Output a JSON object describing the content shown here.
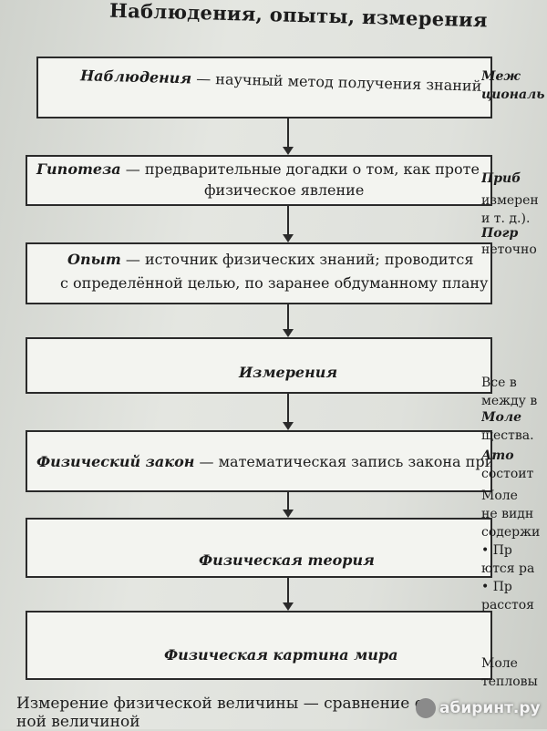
{
  "page_title": "Наблюдения, опыты, измерения",
  "boxes": [
    {
      "term": "Наблюдения",
      "text": " — научный метод получения знаний"
    },
    {
      "term": "Гипотеза",
      "text": " — предварительные догадки о том, как проте",
      "line2": "физическое явление"
    },
    {
      "term": "Опыт",
      "text": " — источник физических знаний; проводится",
      "line2": "с определённой целью, по заранее обдуманному плану"
    },
    {
      "term": "Измерения"
    },
    {
      "term": "Физический закон",
      "text": " — математическая запись закона приро"
    },
    {
      "term": "Физическая теория"
    },
    {
      "term": "Физическая картина мира"
    }
  ],
  "side": [
    {
      "text": "Меж",
      "bold": true
    },
    {
      "text": "циональ",
      "bold": true
    },
    {
      "text": "Приб",
      "bold": true
    },
    {
      "text": "измерен"
    },
    {
      "text": "и т. д.)."
    },
    {
      "text": "Погр",
      "bold": true
    },
    {
      "text": "неточно"
    },
    {
      "text": "Все в"
    },
    {
      "text": "между в"
    },
    {
      "text": "Моле",
      "bold": true
    },
    {
      "text": "щества."
    },
    {
      "text": "Ато",
      "bold": true
    },
    {
      "text": "состоит"
    },
    {
      "text": "Моле"
    },
    {
      "text": "не видн"
    },
    {
      "text": "содержи"
    },
    {
      "text": "• Пр"
    },
    {
      "text": "ются ра"
    },
    {
      "text": "• Пр"
    },
    {
      "text": "расстоя"
    },
    {
      "text": "Моле"
    },
    {
      "text": "тепловы"
    }
  ],
  "bottom": {
    "line1": "Измерение физической величины — сравнение с",
    "line2": "ной величиной"
  },
  "watermark": "абиринт.ру"
}
